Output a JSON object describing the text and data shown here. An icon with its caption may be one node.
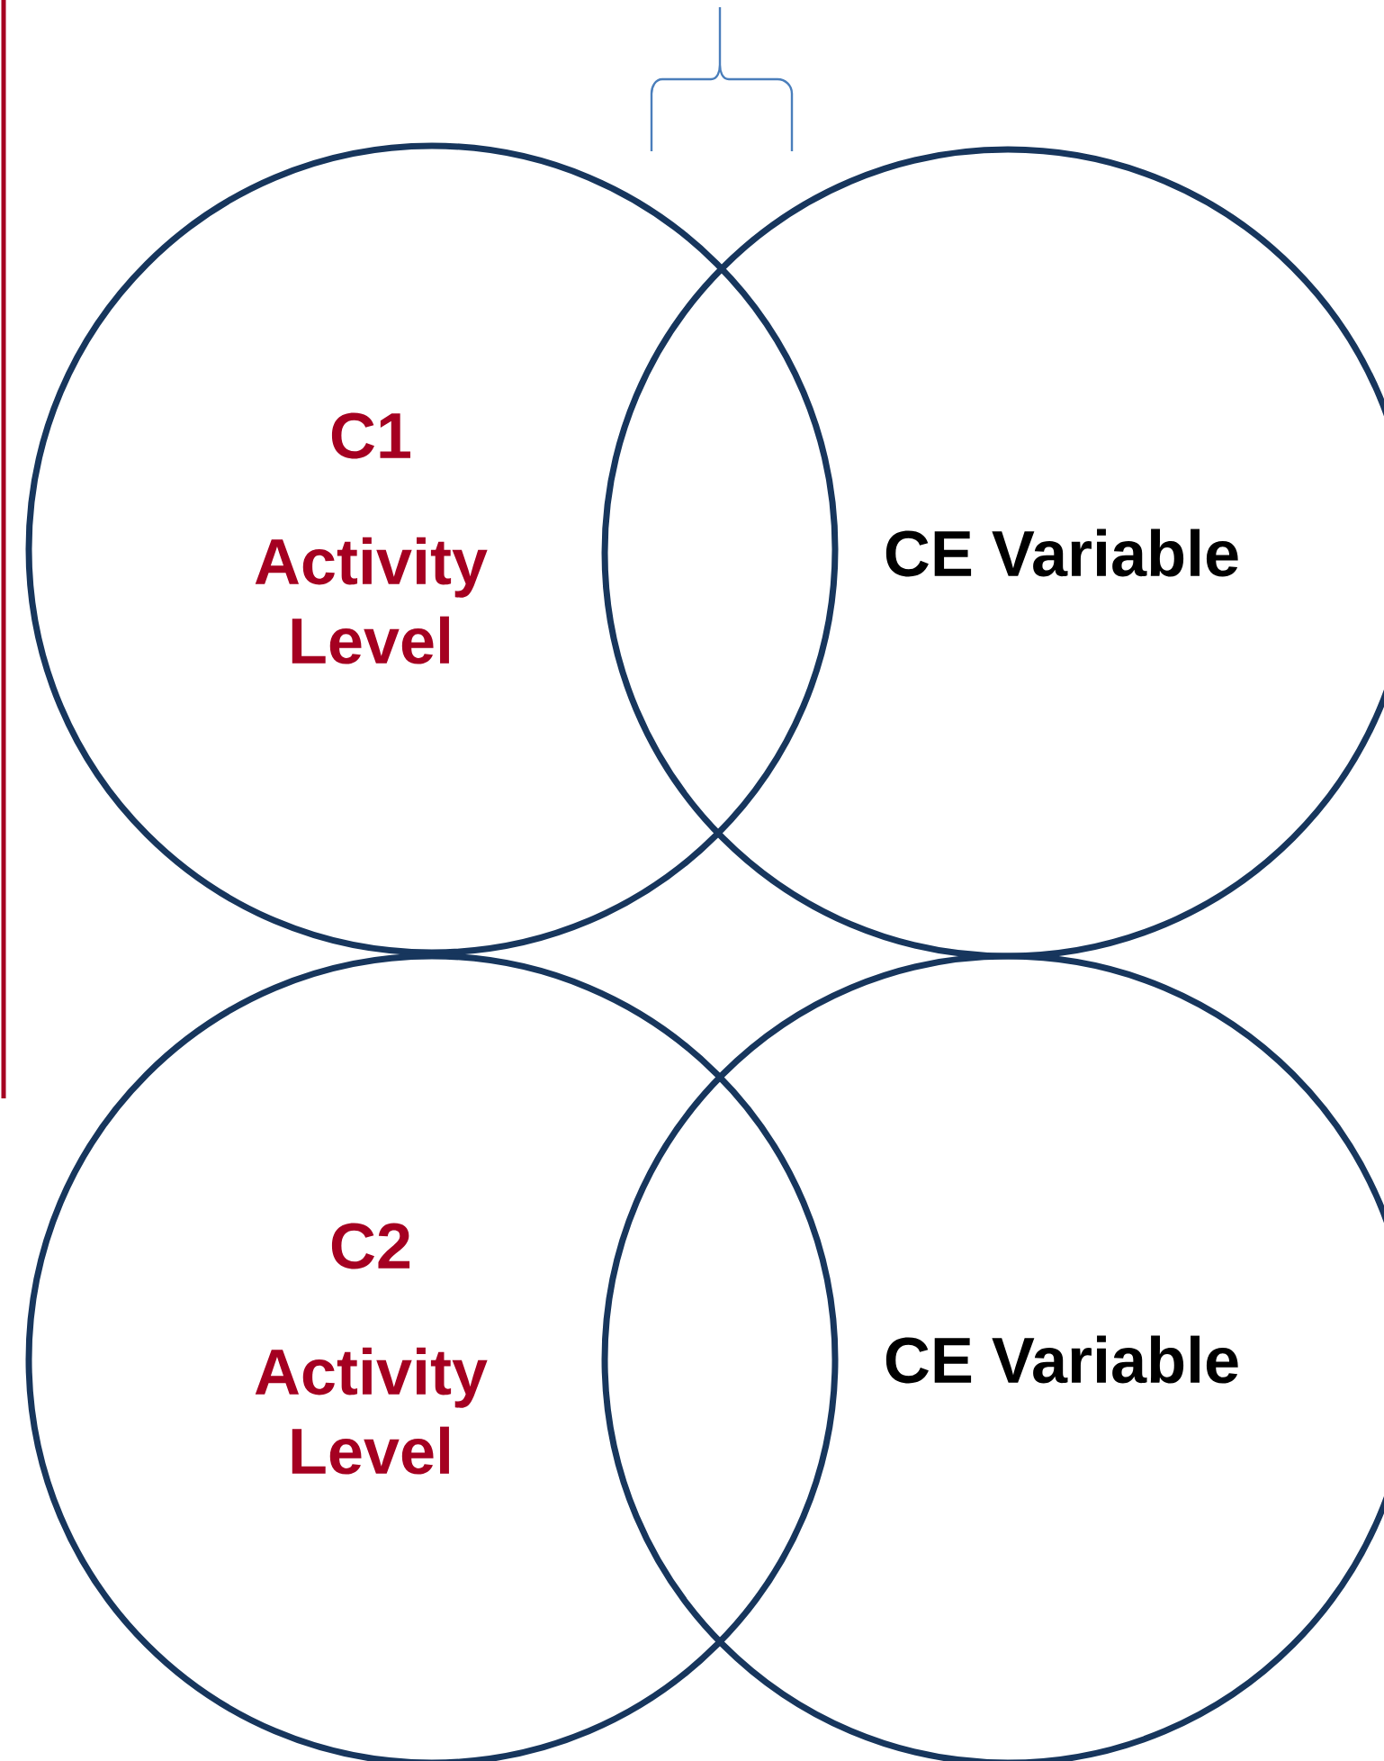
{
  "diagram": {
    "nodes": [
      {
        "text": [
          "C1",
          "Activity Level"
        ]
      },
      {
        "text": [
          "CE Variable"
        ]
      },
      {
        "text": [
          "C2",
          "Activity Level"
        ]
      },
      {
        "text": [
          "CE Variable"
        ]
      }
    ]
  }
}
